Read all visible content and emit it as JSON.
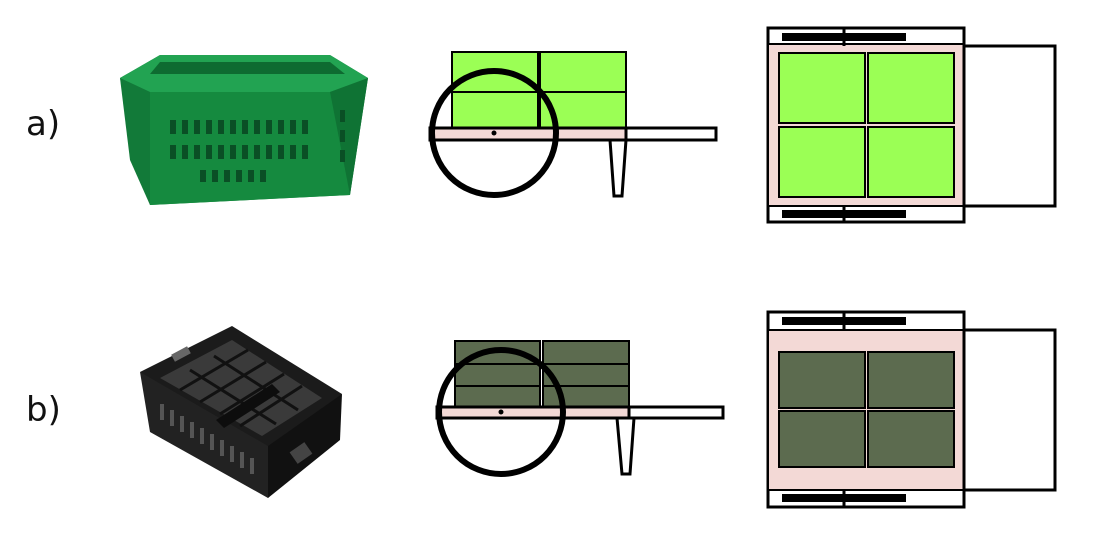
{
  "rows": [
    {
      "label": "a)",
      "crate_type": "stackable-nestable-crate",
      "colors": {
        "crate_photo": "#1a8f45",
        "crate_fill": "#9bff55",
        "platform": "#f3d9d6",
        "outline": "#000000"
      },
      "side_view": {
        "crate_layers": 2,
        "crates_per_layer": 2
      },
      "top_view": {
        "crates_across": 2,
        "crates_deep": 2
      }
    },
    {
      "label": "b)",
      "crate_type": "folding-crate",
      "colors": {
        "crate_photo": "#1b1b1b",
        "crate_fill": "#5c6b4f",
        "platform": "#f3d9d6",
        "outline": "#000000"
      },
      "side_view": {
        "crate_layers": 3,
        "crates_per_layer": 2
      },
      "top_view": {
        "crates_across": 2,
        "crates_deep": 2
      }
    }
  ]
}
